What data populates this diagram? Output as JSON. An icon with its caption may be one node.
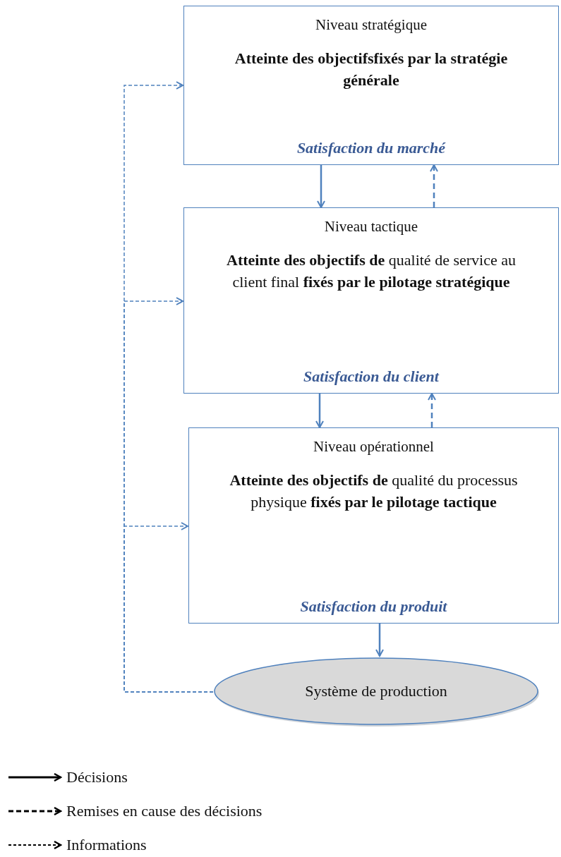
{
  "diagram": {
    "nodes": [
      {
        "text": [
          "Niveau stratégique",
          "**Atteinte des objectifsfixés par la stratégie générale**",
          "Satisfaction du marché"
        ]
      },
      {
        "text": [
          "Niveau tactique",
          "**Atteinte des objectifs de** qualité de service au client final **fixés par le pilotage stratégique**",
          "Satisfaction du client"
        ]
      },
      {
        "text": [
          "Niveau opérationnel",
          "**Atteinte des objectifs de** qualité du processus physique **fixés par le pilotage tactique**",
          "Satisfaction du produit"
        ]
      },
      {
        "text": [
          "Système de production"
        ]
      }
    ],
    "edges": [
      {
        "from": 0,
        "to": 1,
        "arrow": "to"
      },
      {
        "from": 1,
        "to": 0,
        "arrow": "to",
        "style": "dashed"
      },
      {
        "from": 1,
        "to": 2,
        "arrow": "to"
      },
      {
        "from": 2,
        "to": 1,
        "arrow": "to",
        "style": "dashed"
      },
      {
        "from": 2,
        "to": 3,
        "arrow": "to"
      },
      {
        "from": 3,
        "to": 0,
        "arrow": "to",
        "style": "dashed"
      },
      {
        "from": 3,
        "to": 1,
        "arrow": "to",
        "style": "dashed"
      },
      {
        "from": 3,
        "to": 2,
        "arrow": "to",
        "style": "dashed"
      }
    ],
    "legend": [
      {
        "text": "Décisions"
      },
      {
        "text": "Remises en cause des décisions"
      },
      {
        "text": "Informations"
      }
    ]
  }
}
